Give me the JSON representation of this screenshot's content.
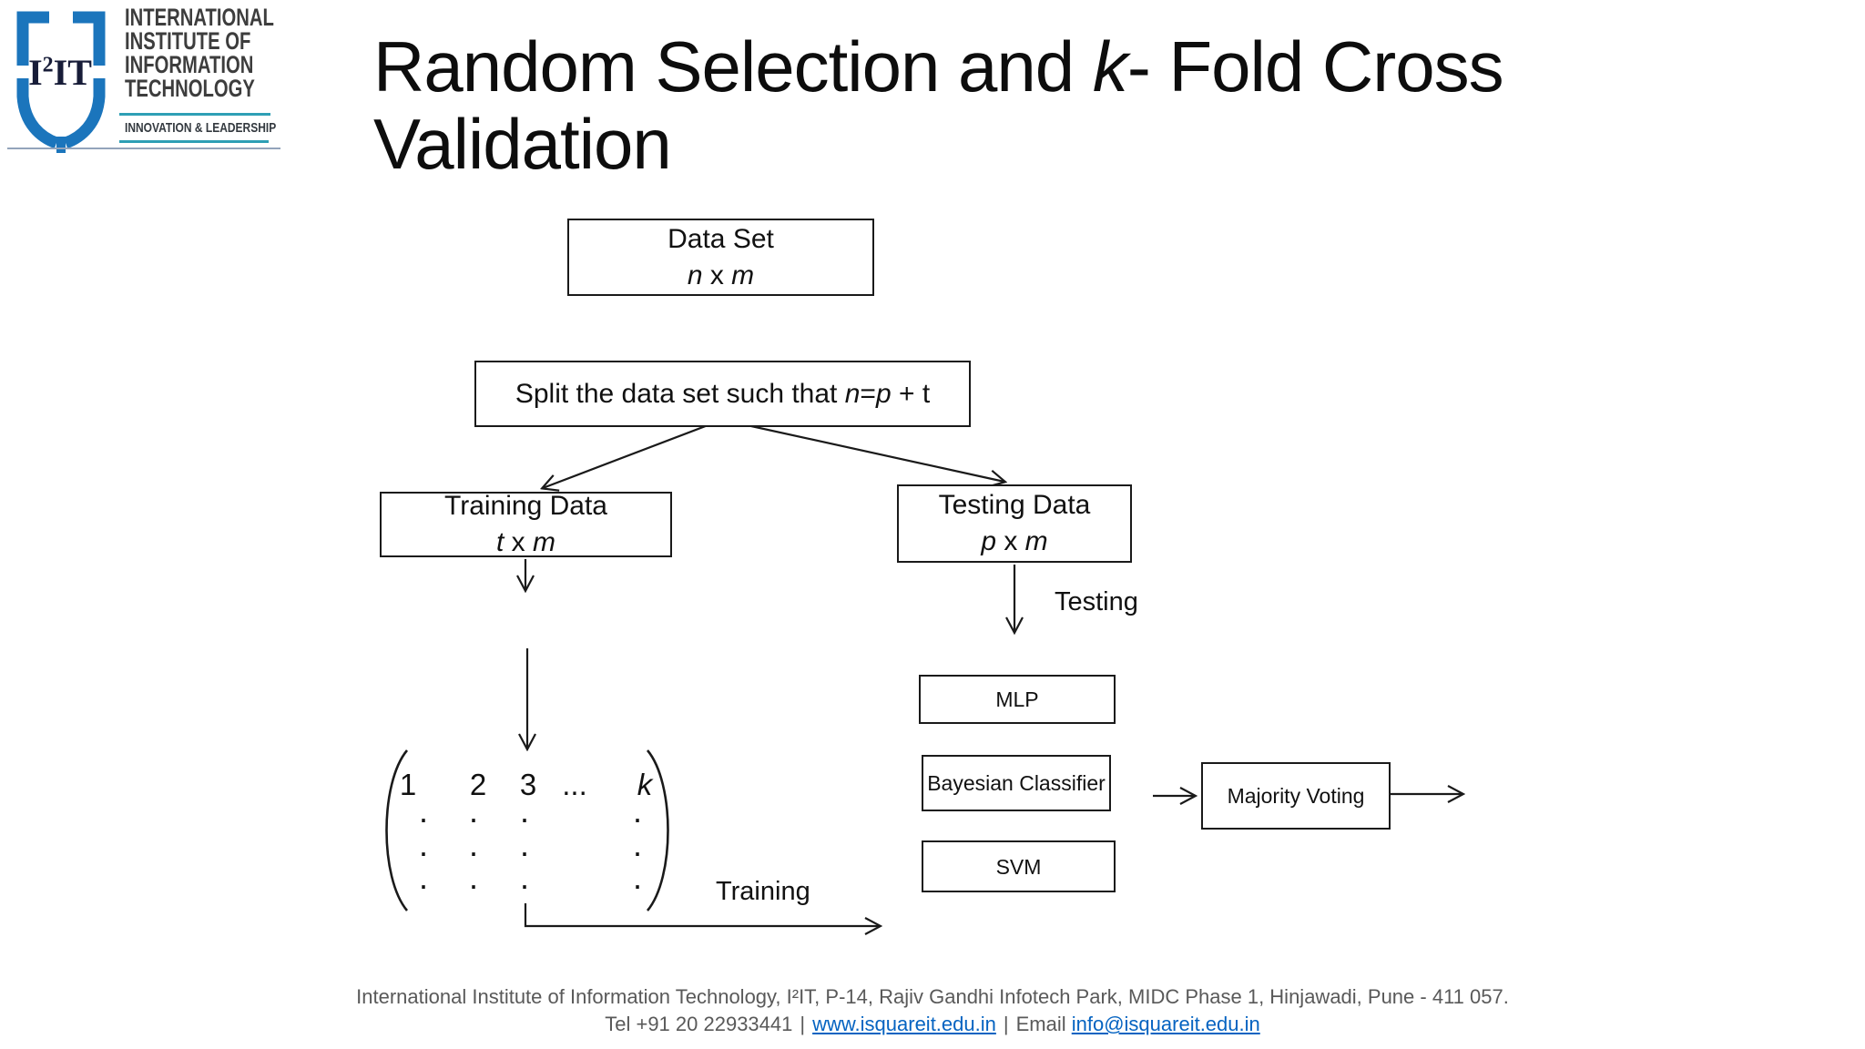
{
  "logo": {
    "acronym_i": "I",
    "acronym_sup": "2",
    "acronym_it": "IT",
    "name_lines": [
      "INTERNATIONAL",
      "INSTITUTE OF",
      "INFORMATION",
      "TECHNOLOGY"
    ],
    "tagline": "INNOVATION & LEADERSHIP",
    "shield_color": "#1B75BC",
    "rule_teal_color": "#2E9FB5"
  },
  "title": {
    "pre": "Random Selection and ",
    "italic_k": "k",
    "post": "- Fold Cross Validation"
  },
  "flow": {
    "dataset": {
      "line1": "Data Set",
      "dim_left": "n",
      "dim_mid": " x ",
      "dim_right": "m"
    },
    "split": {
      "pre": "Split the data set such that ",
      "var_n": "n",
      "eq": "=",
      "var_p": "p",
      "post": " + t"
    },
    "training": {
      "line1": "Training Data",
      "dim_left": "t",
      "dim_mid": " x ",
      "dim_right": "m"
    },
    "testing": {
      "line1": "Testing Data",
      "dim_left": "p",
      "dim_mid": " x ",
      "dim_right": "m"
    },
    "testing_label": "Testing",
    "training_label": "Training",
    "classifiers": [
      "MLP",
      "Bayesian Classifier",
      "SVM"
    ],
    "majority": "Majority Voting",
    "matrix": {
      "header": [
        "1",
        "2",
        "3",
        "...",
        "k"
      ],
      "dots": [
        [
          ".",
          ".",
          ".",
          "."
        ],
        [
          ".",
          ".",
          ".",
          "."
        ],
        [
          ".",
          ".",
          ".",
          "."
        ]
      ]
    }
  },
  "footer": {
    "line1": "International Institute of Information Technology, I²IT, P-14, Rajiv Gandhi Infotech Park, MIDC Phase 1, Hinjawadi, Pune - 411 057.",
    "tel": "Tel +91 20 22933441",
    "sep1": "|",
    "link_web": "www.isquareit.edu.in",
    "sep2": "|",
    "email_label": "Email",
    "link_email": "info@isquareit.edu.in",
    "link_color": "#0563C1",
    "text_color": "#595959"
  }
}
